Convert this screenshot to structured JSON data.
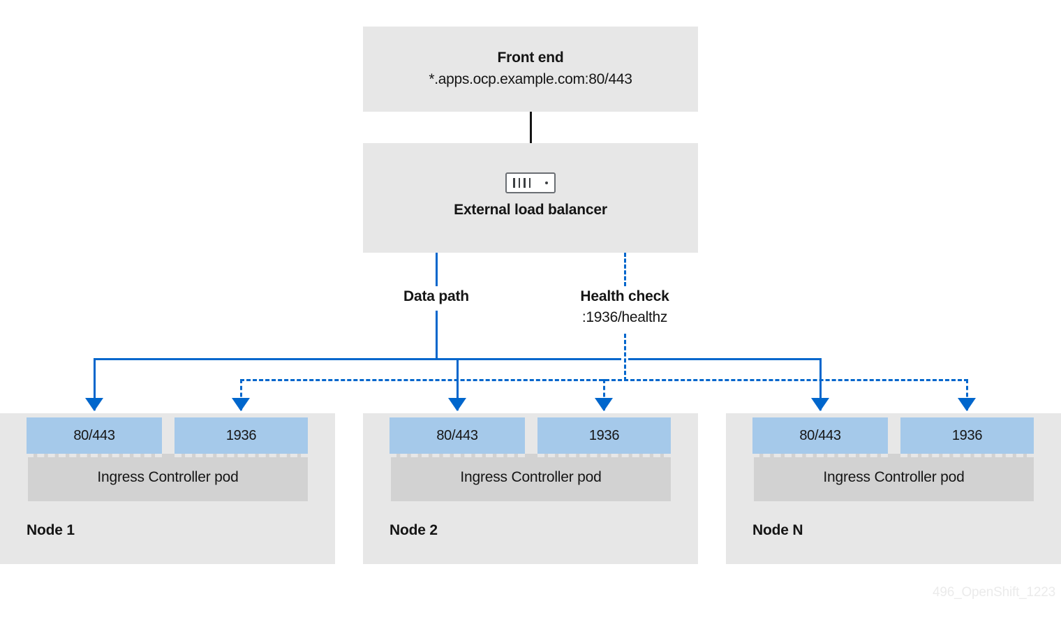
{
  "diagram": {
    "frontend": {
      "title": "Front end",
      "subtitle": "*.apps.ocp.example.com:80/443"
    },
    "load_balancer": {
      "label": "External load balancer",
      "icon": "load-balancer-icon"
    },
    "paths": {
      "data": {
        "title": "Data path",
        "subtitle": ""
      },
      "health": {
        "title": "Health check",
        "subtitle": ":1936/healthz"
      }
    },
    "nodes": [
      {
        "label": "Node 1",
        "ports": [
          "80/443",
          "1936"
        ],
        "pod": "Ingress Controller pod"
      },
      {
        "label": "Node 2",
        "ports": [
          "80/443",
          "1936"
        ],
        "pod": "Ingress Controller pod"
      },
      {
        "label": "Node N",
        "ports": [
          "80/443",
          "1936"
        ],
        "pod": "Ingress Controller pod"
      }
    ],
    "watermark": "496_OpenShift_1223",
    "colors": {
      "accent_blue": "#0066cc",
      "port_blue": "#a5c9ea",
      "box_grey": "#e7e7e7",
      "pod_grey": "#d2d2d2",
      "text": "#151515",
      "watermark": "#ebebeb"
    }
  }
}
